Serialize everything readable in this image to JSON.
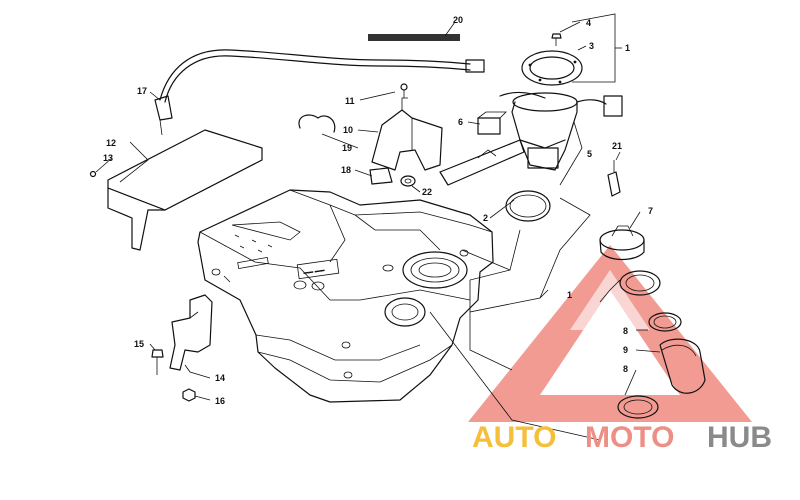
{
  "diagram": {
    "callouts": {
      "c1a": "1",
      "c1b": "1",
      "c2": "2",
      "c3": "3",
      "c4": "4",
      "c5": "5",
      "c6": "6",
      "c7": "7",
      "c8a": "8",
      "c8b": "8",
      "c9": "9",
      "c10": "10",
      "c11": "11",
      "c12": "12",
      "c13": "13",
      "c14": "14",
      "c15": "15",
      "c16": "16",
      "c17": "17",
      "c18": "18",
      "c19": "19",
      "c20": "20",
      "c21": "21",
      "c22": "22"
    }
  },
  "watermark": {
    "word1": "AUTO",
    "word2": "MOTO",
    "word3": "HUB",
    "colors": {
      "auto": "#f5bf3a",
      "moto": "#ee8f86",
      "hub": "#8a8a8a"
    }
  }
}
